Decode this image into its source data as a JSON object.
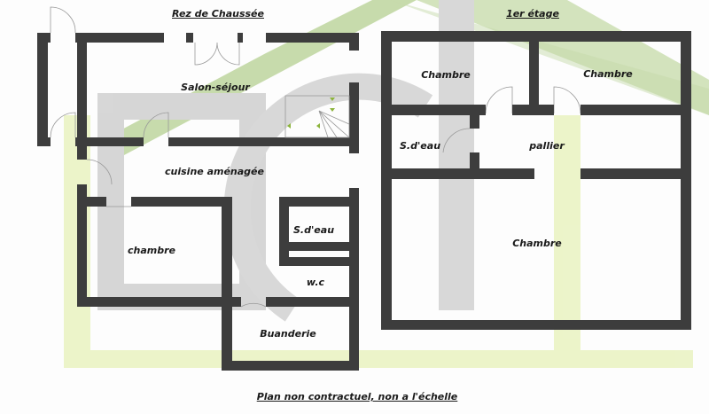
{
  "ground_floor": {
    "title": "Rez de Chaussée",
    "rooms": [
      "Salon-séjour",
      "cuisine aménagée",
      "chambre",
      "S.d'eau",
      "w.c",
      "Buanderie"
    ]
  },
  "upper_floor": {
    "title": "1er étage",
    "rooms": [
      "Chambre",
      "Chambre",
      "S.d'eau",
      "pallier",
      "Chambre"
    ]
  },
  "footer": "Plan non contractuel, non a l'échelle",
  "colors": {
    "wall": "#3d3d3d",
    "watermark_green": "#a9c77e",
    "watermark_yellow": "#e4efb0",
    "watermark_gray": "#c8c8c8"
  }
}
